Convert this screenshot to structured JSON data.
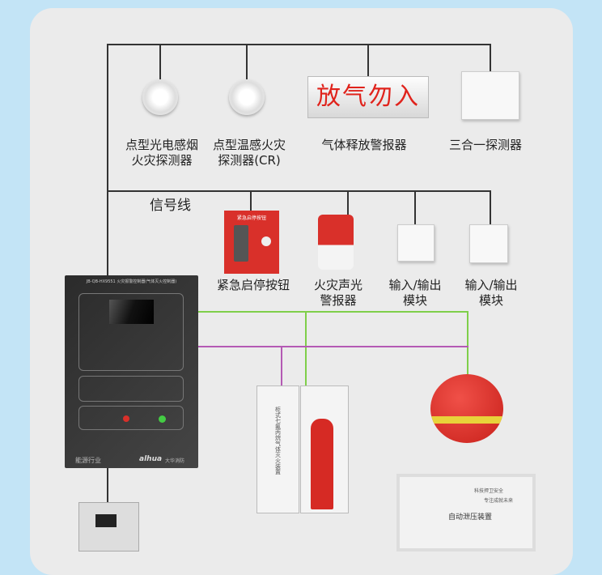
{
  "devices_top": [
    {
      "label": "点型光电感烟\n火灾探测器"
    },
    {
      "label": "点型温感火灾\n探测器(CR)"
    },
    {
      "label": "气体释放警报器",
      "sign_text": "放气勿入"
    },
    {
      "label": "三合一探测器"
    }
  ],
  "signal_line_label": "信号线",
  "devices_mid": [
    {
      "label": "紧急启停按钮",
      "panel_text": "紧急启停按钮"
    },
    {
      "label": "火灾声光\n警报器"
    },
    {
      "label": "输入/输出\n模块"
    },
    {
      "label": "输入/输出\n模块"
    }
  ],
  "controller": {
    "title": "JB-QB-HX9551 火灾报警控制器(气体灭火控制器)",
    "footer_left": "能源行业",
    "brand": "alhua",
    "brand_sub": "大华消防"
  },
  "cabinet_text": "柜式七氟丙烷气体灭火装置",
  "pressure_device": {
    "title": "自动泄压装置",
    "line1": "科技捍卫安全",
    "line2": "专注成就未来"
  },
  "colors": {
    "green_line": "#7fcf4a",
    "purple_line": "#b45ab4",
    "signal_line": "#333333",
    "background": "#c3e4f6",
    "card": "#ebebeb"
  }
}
